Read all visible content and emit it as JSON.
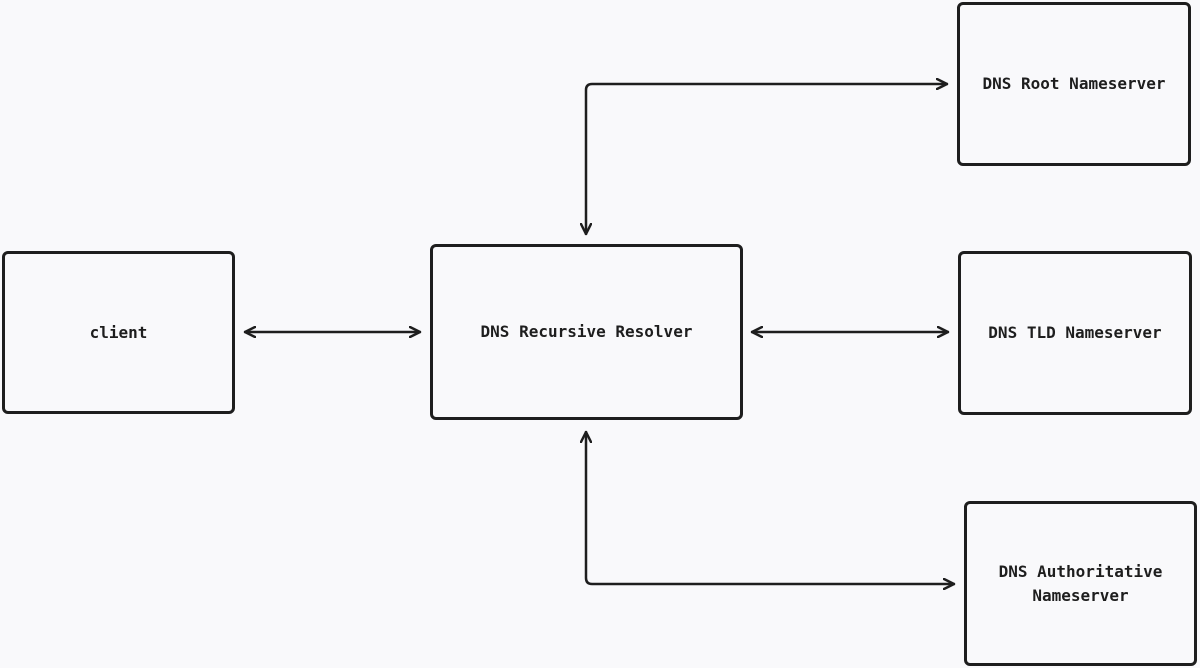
{
  "diagram": {
    "nodes": {
      "client": {
        "label": "client"
      },
      "resolver": {
        "label": "DNS Recursive Resolver"
      },
      "root": {
        "label": "DNS Root Nameserver"
      },
      "tld": {
        "label": "DNS TLD Nameserver"
      },
      "authoritative": {
        "label": "DNS Authoritative\nNameserver"
      }
    },
    "edges": [
      {
        "from": "client",
        "to": "resolver",
        "direction": "both"
      },
      {
        "from": "resolver",
        "to": "root",
        "direction": "both"
      },
      {
        "from": "resolver",
        "to": "tld",
        "direction": "both"
      },
      {
        "from": "resolver",
        "to": "authoritative",
        "direction": "both"
      }
    ],
    "colors": {
      "background": "#f9f9fb",
      "stroke": "#1e1e1e"
    }
  }
}
